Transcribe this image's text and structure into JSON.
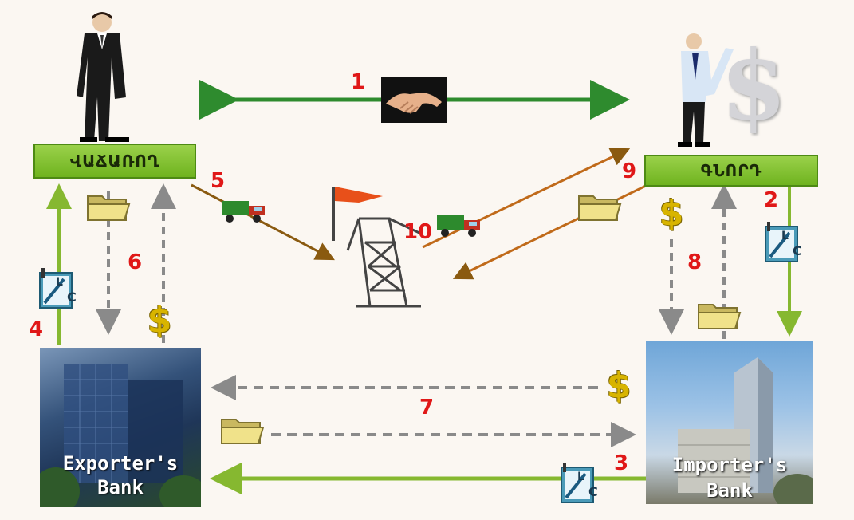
{
  "parties": {
    "seller": "ՎԱՃԱՌՈՂ",
    "buyer": "ԳՆՈՐԴ"
  },
  "banks": {
    "exporter_line1": "Exporter's",
    "exporter_line2": "Bank",
    "importer_line1": "Importer's",
    "importer_line2": "Bank"
  },
  "steps": {
    "s1": "1",
    "s2": "2",
    "s3": "3",
    "s4": "4",
    "s5": "5",
    "s6": "6",
    "s7": "7",
    "s8": "8",
    "s9": "9",
    "s10": "10"
  },
  "symbols": {
    "dollar": "$"
  },
  "colors": {
    "agreement_arrow": "#2e8b2e",
    "lc_arrow": "#86b830",
    "document_arrow": "#8a8a8a",
    "goods_arrow": "#8a5a10",
    "step_number": "#e01818"
  }
}
